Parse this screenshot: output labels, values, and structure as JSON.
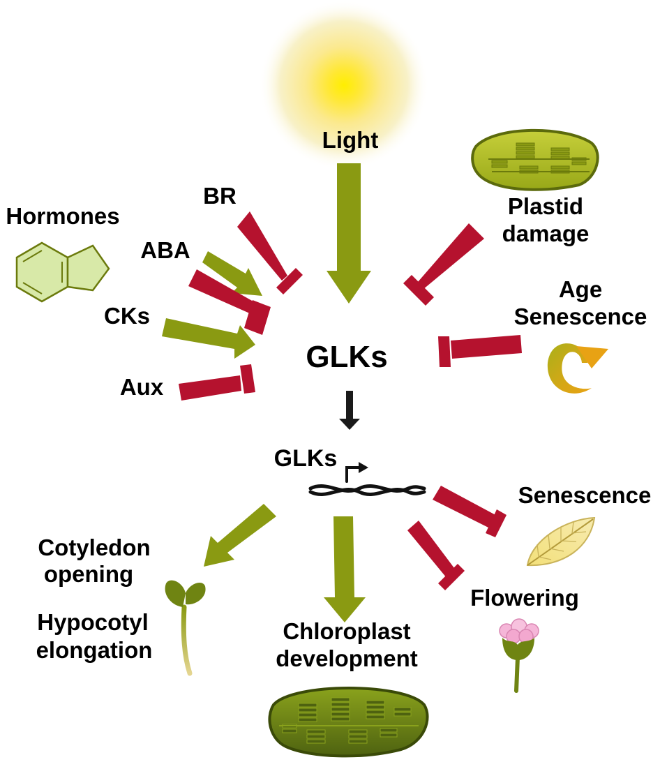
{
  "regulators": {
    "light": "Light",
    "br": "BR",
    "hormones": "Hormones",
    "aba": "ABA",
    "cks": "CKs",
    "aux": "Aux",
    "plastid_damage": [
      "Plastid",
      "damage"
    ],
    "age_senescence": [
      "Age",
      "Senescence"
    ]
  },
  "center": {
    "main": "GLKs",
    "gene": "GLKs"
  },
  "outputs": {
    "cotyledon": [
      "Cotyledon",
      "opening"
    ],
    "hypocotyl": [
      "Hypocotyl",
      "elongation"
    ],
    "chloroplast": [
      "Chloroplast",
      "development"
    ],
    "senescence": "Senescence",
    "flowering": "Flowering"
  },
  "colors": {
    "activation": "#8a9a12",
    "inhibition": "#b5122e",
    "neutral": "#1a1a1a",
    "chloroplast_fill": "#8ea11a",
    "chloroplast_dark": "#4e6210"
  }
}
